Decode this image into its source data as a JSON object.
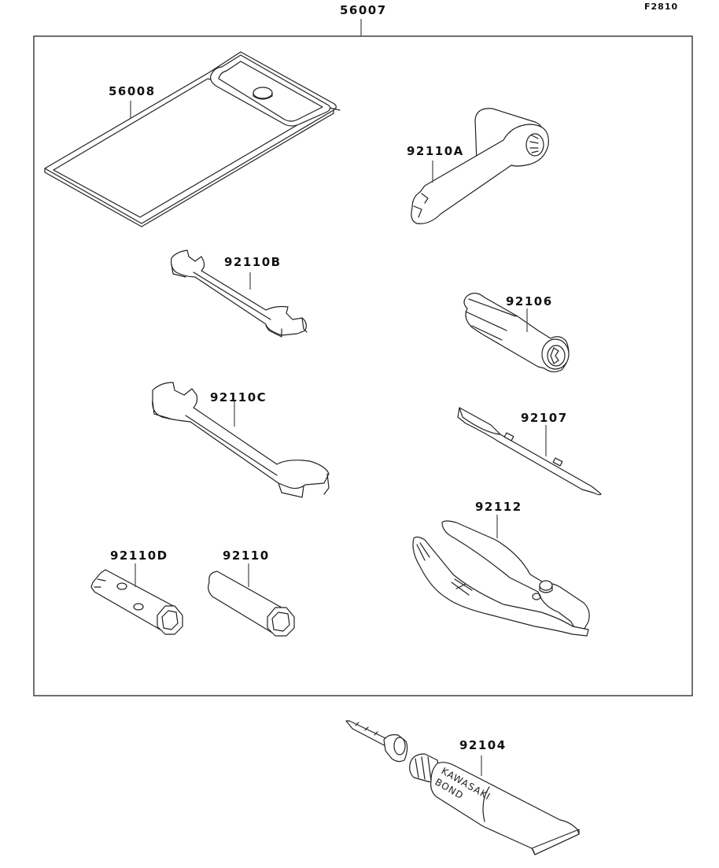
{
  "diagram": {
    "figure_code": "F2810",
    "kit": {
      "part_number": "56007"
    },
    "parts": {
      "case": {
        "part_number": "56008"
      },
      "spanner_a": {
        "part_number": "92110A"
      },
      "wrench_b": {
        "part_number": "92110B"
      },
      "handle": {
        "part_number": "92106"
      },
      "wrench_c": {
        "part_number": "92110C"
      },
      "screwdriver": {
        "part_number": "92107"
      },
      "pliers": {
        "part_number": "92112"
      },
      "box_wrench_d": {
        "part_number": "92110D"
      },
      "box_wrench": {
        "part_number": "92110"
      },
      "bond": {
        "part_number": "92104",
        "tube_text_line1": "KAWASAKI",
        "tube_text_line2": "BOND"
      }
    }
  }
}
